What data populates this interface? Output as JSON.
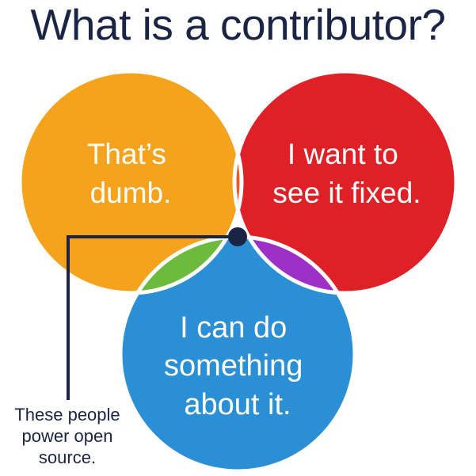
{
  "title": "What is a contributor?",
  "circles": {
    "left": {
      "lines": [
        "That’s",
        "dumb."
      ],
      "color": "#f5a21c"
    },
    "right": {
      "lines": [
        "I want to",
        "see it fixed."
      ],
      "color": "#e02027"
    },
    "bottom": {
      "lines": [
        "I can do",
        "something",
        "about it."
      ],
      "color": "#2b8fd6"
    }
  },
  "overlaps": {
    "left_right": "#ef5a26",
    "left_bottom": "#6cbb3c",
    "right_bottom": "#9e2fc7"
  },
  "callout": {
    "lines": [
      "These people",
      "power open",
      "source."
    ],
    "line_color": "#1a2445"
  }
}
